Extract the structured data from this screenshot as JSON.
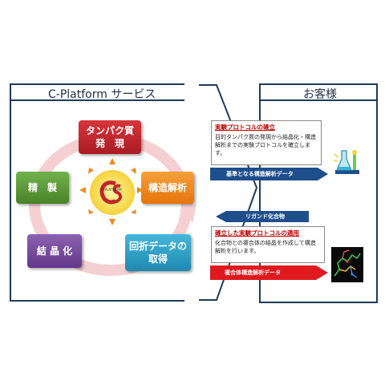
{
  "header": {
    "left_title": "C-Platform サービス",
    "right_title": "お客様"
  },
  "cycle": {
    "expression": "タンパク質\n発　現",
    "structure": "構造解析",
    "diffraction": "回折データの\n取得",
    "crystallization": "結 晶 化",
    "purification": "精　製",
    "center_logo": "CS",
    "center_logo_text": "C-PLATFORM"
  },
  "notes": {
    "protocol": {
      "title": "実験プロトコルの確立",
      "body": "目的タンパク質の発現から結晶化・構造解析までの実験プロトコルを確立します。"
    },
    "apply": {
      "title": "確立した実験プロトコルの適用",
      "body": "化合物との複合体の結晶を作成して構造解析を行います。"
    }
  },
  "arrows": {
    "reference_data": "基準となる構造解析データ",
    "ligand": "リガンド化合物",
    "complex_data": "複合体構造解析データ"
  },
  "colors": {
    "frame": "#1f3b5a",
    "expression": "#c0262c",
    "structure": "#f08a1c",
    "diffraction": "#2ea3c8",
    "crystallization": "#7b4fa0",
    "purification": "#5c9a3a",
    "cycle_ring": "#f2c4c6",
    "arrow_navy": "#1f4e8c",
    "arrow_red": "#e0191e"
  }
}
